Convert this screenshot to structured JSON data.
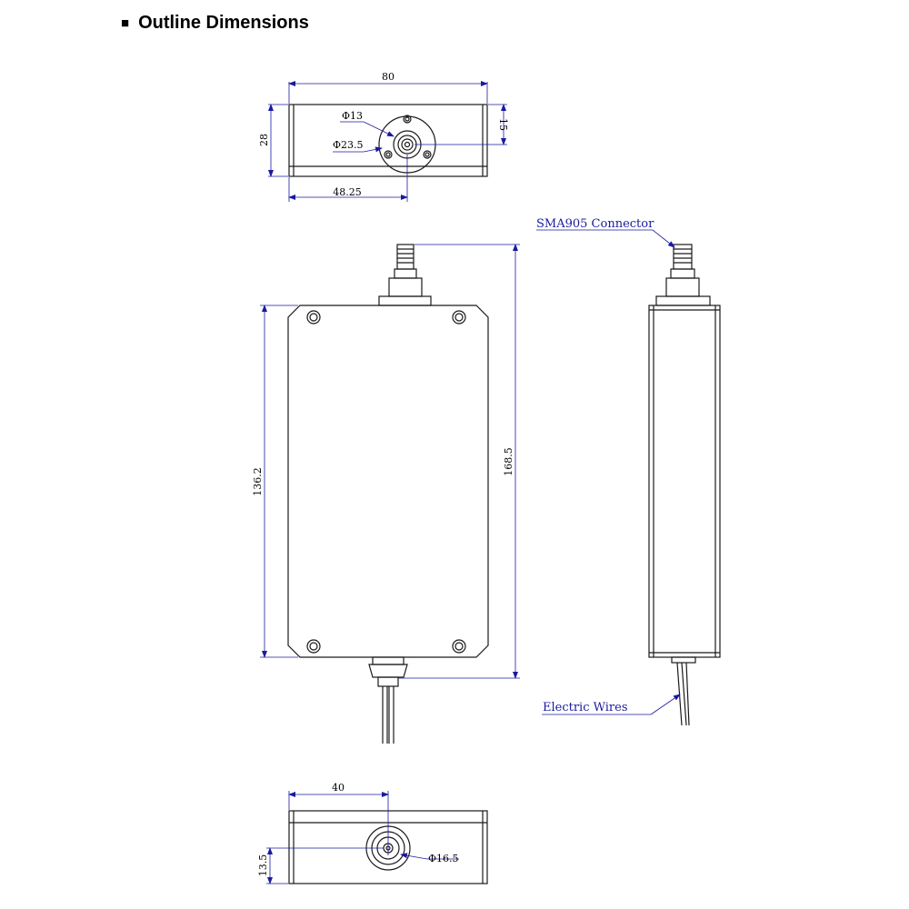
{
  "heading": {
    "bullet": "■",
    "title": "Outline Dimensions"
  },
  "top_view": {
    "width": "80",
    "height": "28",
    "offset": "15",
    "inner_diameter": "Φ13",
    "outer_diameter": "Φ23.5",
    "center_offset": "48.25"
  },
  "front_view": {
    "body_height": "136.2",
    "overall_height": "168.5"
  },
  "side_view": {
    "connector_label": "SMA905 Connector",
    "wires_label": "Electric Wires"
  },
  "bottom_view": {
    "center_offset": "40",
    "height": "13.5",
    "gland_diameter": "Φ16.5"
  },
  "colors": {
    "outline": "#1a1a1a",
    "dimension": "#1a1aa0"
  }
}
